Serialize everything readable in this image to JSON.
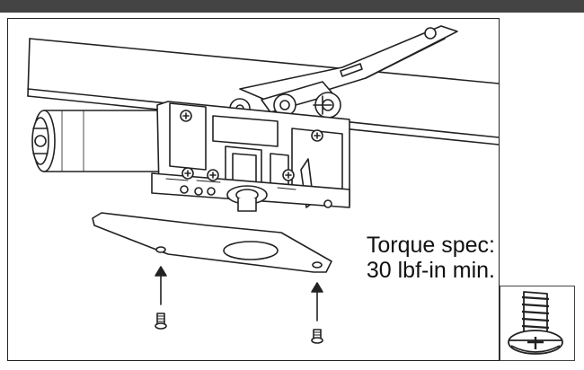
{
  "header": {
    "title": ""
  },
  "diagram": {
    "stroke_color": "#222222",
    "fill_color": "#ffffff",
    "arrow_count": 2,
    "components": [
      "door-closer-body",
      "arm-assembly",
      "mounting-plate",
      "mounting-screws",
      "screw-detail"
    ]
  },
  "callout": {
    "line1": "Torque spec:",
    "line2": "30 lbf-in min."
  }
}
